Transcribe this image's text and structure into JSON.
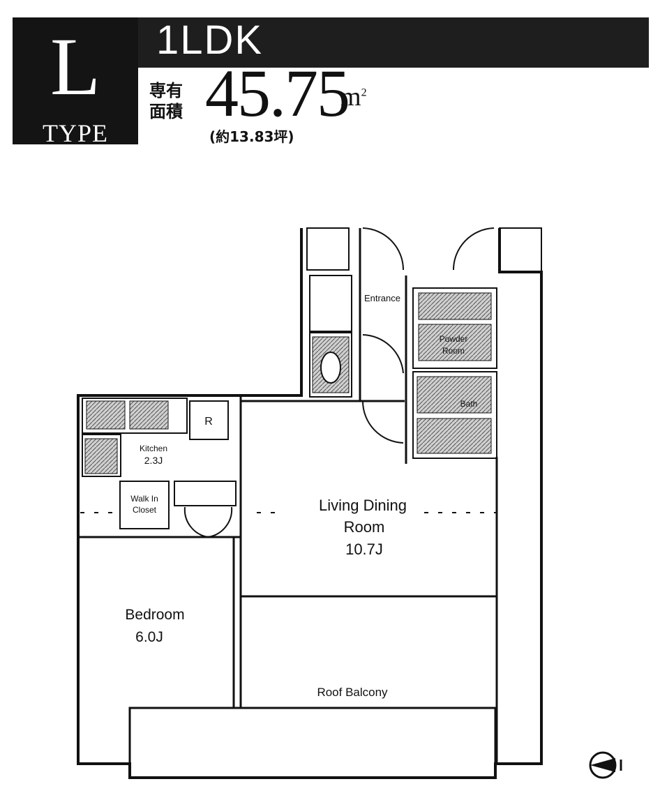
{
  "header": {
    "type_letter": "L",
    "type_label": "TYPE",
    "plan_type": "1LDK",
    "area_label_line1": "専有",
    "area_label_line2": "面積",
    "area_value": "45.75",
    "area_unit": "m",
    "area_unit_sup": "2",
    "area_tsubo": "(約13.83坪)"
  },
  "rooms": {
    "entrance": "Entrance",
    "powder_room_line1": "Powder",
    "powder_room_line2": "Room",
    "bath": "Bath",
    "kitchen_line1": "Kitchen",
    "kitchen_line2": "2.3J",
    "refrigerator": "R",
    "walk_in_closet_line1": "Walk In",
    "walk_in_closet_line2": "Closet",
    "ldk_line1": "Living Dining",
    "ldk_line2": "Room",
    "ldk_line3": "10.7J",
    "bedroom_line1": "Bedroom",
    "bedroom_line2": "6.0J",
    "balcony": "Roof Balcony"
  },
  "colors": {
    "wall": "#111111",
    "header_bg": "#141414",
    "fixture_fill": "#bdbdbd"
  },
  "icons": [
    "north-compass-icon"
  ]
}
